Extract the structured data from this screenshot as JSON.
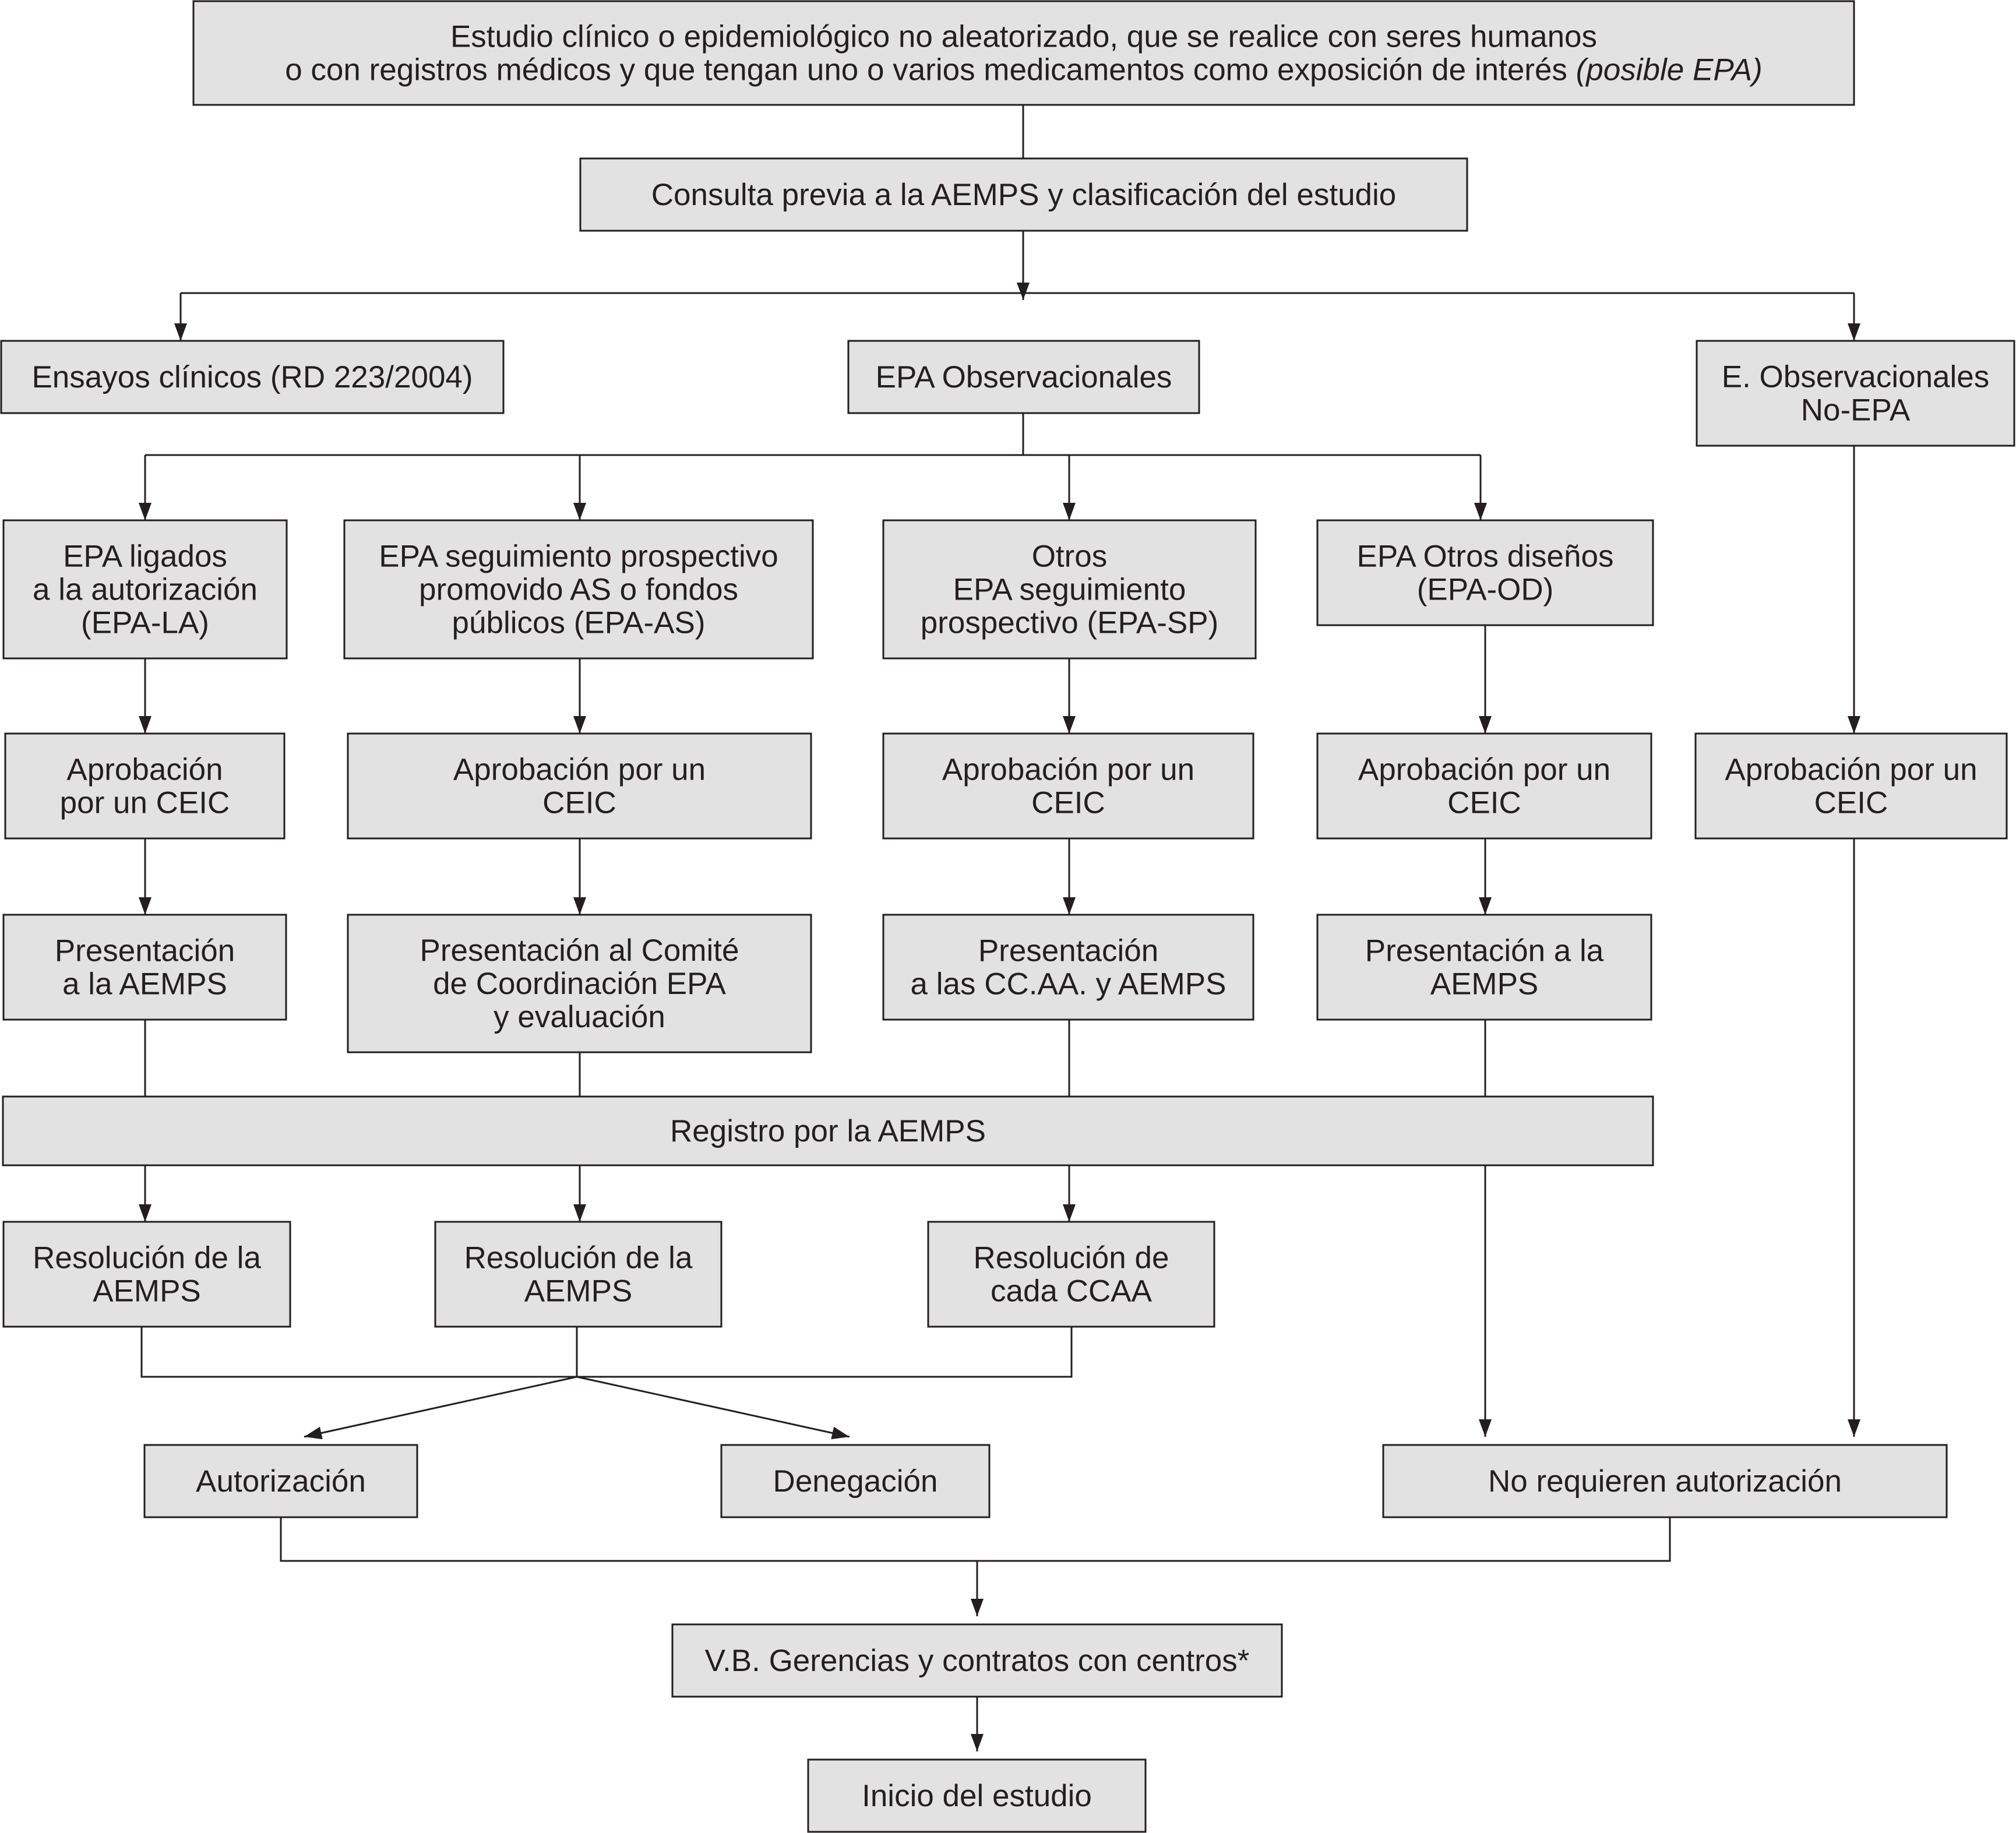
{
  "diagram": {
    "nodes": {
      "estudio": {
        "lines": [
          "Estudio clínico o epidemiológico no aleatorizado, que se realice con seres humanos",
          "o con registros médicos y que tengan uno o varios medicamentos como exposición de interés"
        ],
        "italic_suffix": "(posible EPA)"
      },
      "consulta": {
        "lines": [
          "Consulta previa a la AEMPS y clasificación del estudio"
        ]
      },
      "ensayos": {
        "lines": [
          "Ensayos clínicos (RD 223/2004)"
        ]
      },
      "epa_obs": {
        "lines": [
          "EPA Observacionales"
        ]
      },
      "no_epa": {
        "lines": [
          "E. Observacionales",
          "No-EPA"
        ]
      },
      "epa_la": {
        "lines": [
          "EPA ligados",
          "a la autorización",
          "(EPA-LA)"
        ]
      },
      "epa_as": {
        "lines": [
          "EPA seguimiento prospectivo",
          "promovido AS o fondos",
          "públicos (EPA-AS)"
        ]
      },
      "epa_sp": {
        "lines": [
          "Otros",
          "EPA seguimiento",
          "prospectivo (EPA-SP)"
        ]
      },
      "epa_od": {
        "lines": [
          "EPA Otros diseños",
          "(EPA-OD)"
        ]
      },
      "aprob_la": {
        "lines": [
          "Aprobación",
          "por un CEIC"
        ]
      },
      "aprob_as": {
        "lines": [
          "Aprobación por un",
          "CEIC"
        ]
      },
      "aprob_sp": {
        "lines": [
          "Aprobación por un",
          "CEIC"
        ]
      },
      "aprob_od": {
        "lines": [
          "Aprobación por un",
          "CEIC"
        ]
      },
      "aprob_no": {
        "lines": [
          "Aprobación por un",
          "CEIC"
        ]
      },
      "pres_la": {
        "lines": [
          "Presentación",
          "a la AEMPS"
        ]
      },
      "pres_as": {
        "lines": [
          "Presentación al  Comité",
          "de Coordinación EPA",
          "y evaluación"
        ]
      },
      "pres_sp": {
        "lines": [
          "Presentación",
          "a las CC.AA. y AEMPS"
        ]
      },
      "pres_od": {
        "lines": [
          "Presentación a la",
          "AEMPS"
        ]
      },
      "registro": {
        "lines": [
          "Registro por la AEMPS"
        ]
      },
      "res_1": {
        "lines": [
          "Resolución de la",
          "AEMPS"
        ]
      },
      "res_2": {
        "lines": [
          "Resolución de la",
          "AEMPS"
        ]
      },
      "res_3": {
        "lines": [
          "Resolución de",
          "cada CCAA"
        ]
      },
      "autorizacion": {
        "lines": [
          "Autorización"
        ]
      },
      "denegacion": {
        "lines": [
          "Denegación"
        ]
      },
      "no_requieren": {
        "lines": [
          "No requieren autorización"
        ]
      },
      "vb": {
        "lines": [
          "V.B. Gerencias y contratos con centros*"
        ]
      },
      "inicio": {
        "lines": [
          "Inicio del estudio"
        ]
      }
    }
  }
}
